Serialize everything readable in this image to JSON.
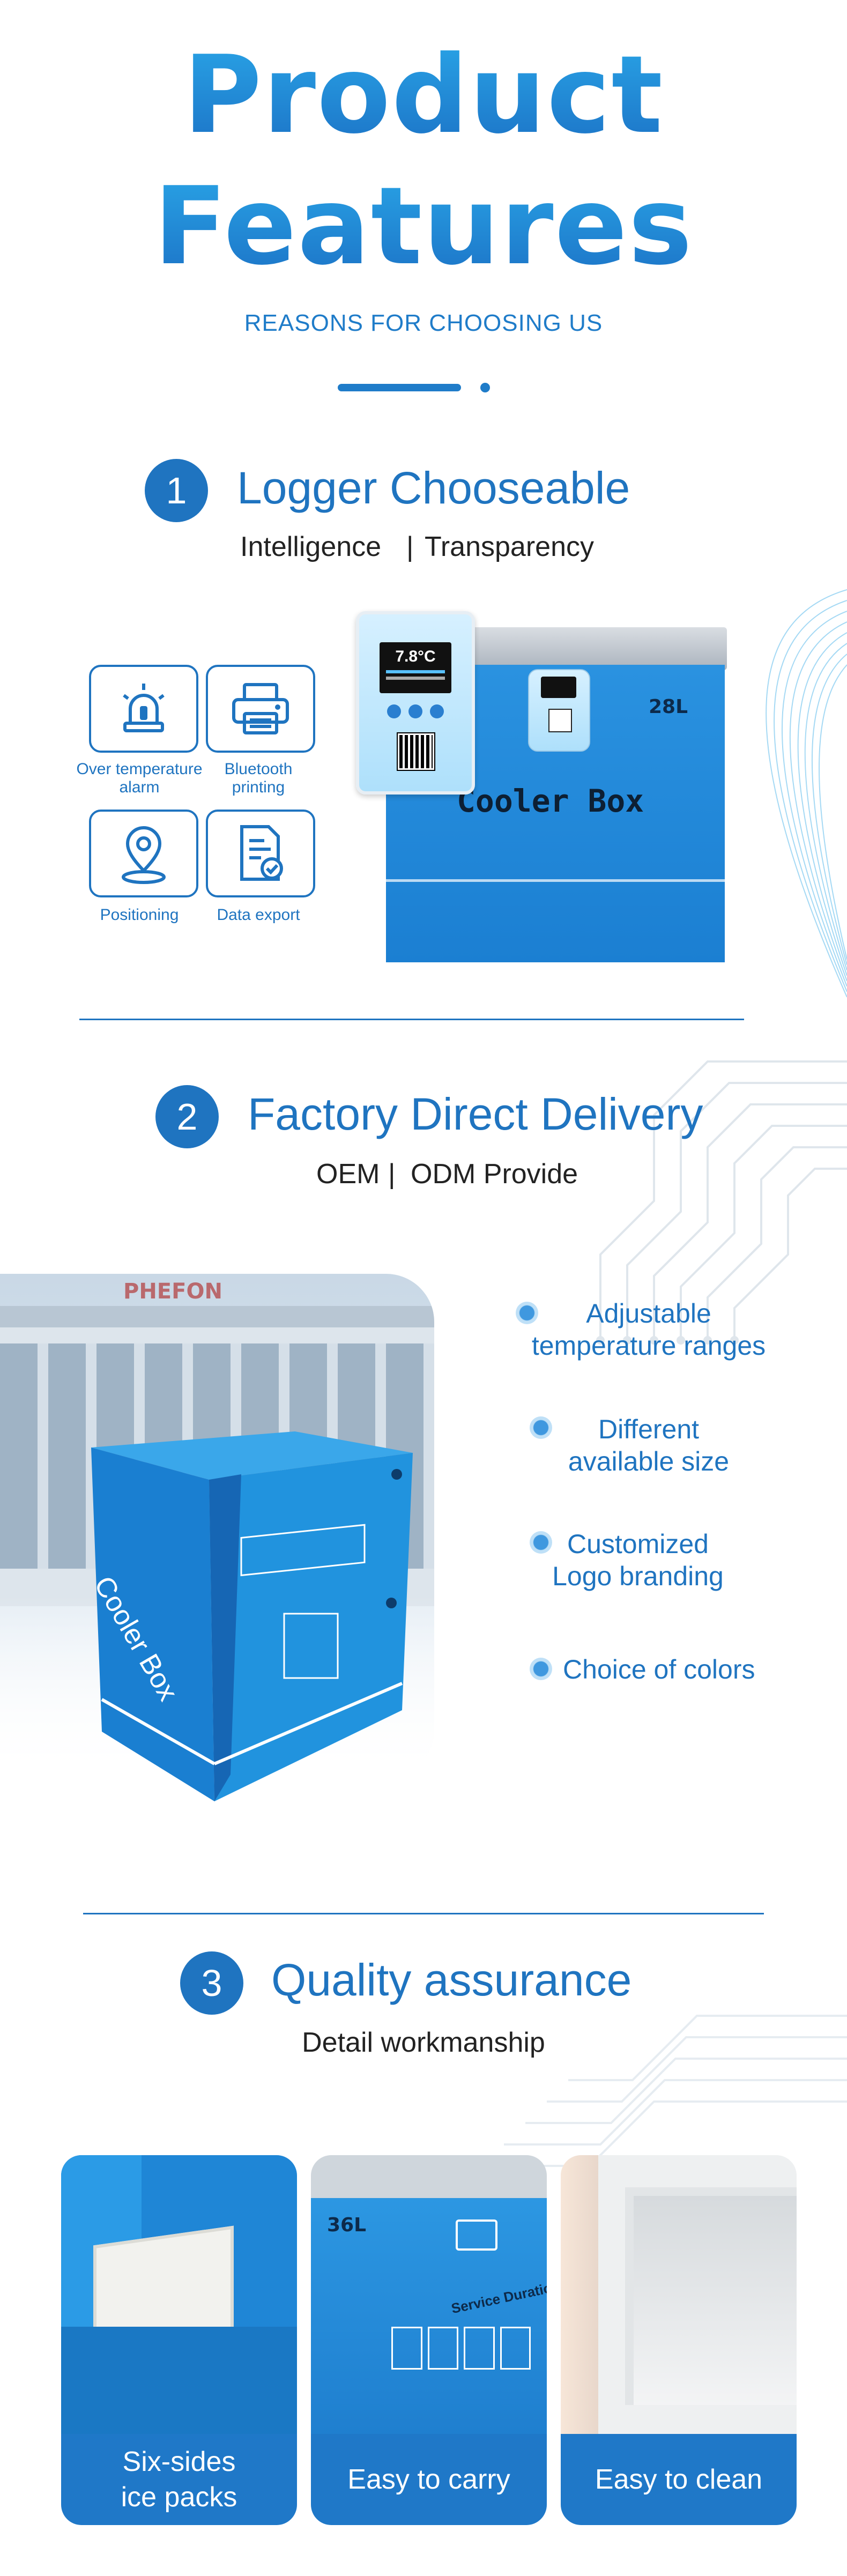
{
  "header": {
    "title_line1": "Product",
    "title_line2": "Features",
    "subtitle": "REASONS FOR CHOOSING US"
  },
  "section1": {
    "number": "1",
    "title": "Logger Chooseable",
    "sub_left": "Intelligence",
    "sub_sep": "|",
    "sub_right": "Transparency",
    "features": [
      {
        "label_line1": "Over temperature",
        "label_line2": "alarm",
        "icon": "alarm-light-icon"
      },
      {
        "label_line1": "Bluetooth",
        "label_line2": "printing",
        "icon": "printer-icon"
      },
      {
        "label_line1": "Positioning",
        "label_line2": "",
        "icon": "location-pin-icon"
      },
      {
        "label_line1": "Data export",
        "label_line2": "",
        "icon": "document-export-icon"
      }
    ],
    "logger_temp": "7.8°C",
    "box_capacity": "28L",
    "box_text": "Cooler Box"
  },
  "section2": {
    "number": "2",
    "title": "Factory Direct Delivery",
    "sub_left": "OEM",
    "sub_sep": "|",
    "sub_right": "ODM Provide",
    "building_sign": "PHEFON",
    "box_text": "Cooler Box",
    "bullets": [
      {
        "line1": "Adjustable",
        "line2": "temperature ranges"
      },
      {
        "line1": "Different",
        "line2": "available size"
      },
      {
        "line1": "Customized",
        "line2": "Logo branding"
      },
      {
        "line1": "Choice of colors",
        "line2": ""
      }
    ]
  },
  "section3": {
    "number": "3",
    "title": "Quality assurance",
    "sub": "Detail workmanship",
    "cards": [
      {
        "line1": "Six-sides",
        "line2": "ice packs"
      },
      {
        "line1": "Easy to carry",
        "line2": ""
      },
      {
        "line1": "Easy to clean",
        "line2": ""
      }
    ],
    "card2_capacity": "36L",
    "card2_text": "Service Duration"
  },
  "colors": {
    "brand_blue": "#1f74c0",
    "box_blue": "#1b7fd2"
  }
}
